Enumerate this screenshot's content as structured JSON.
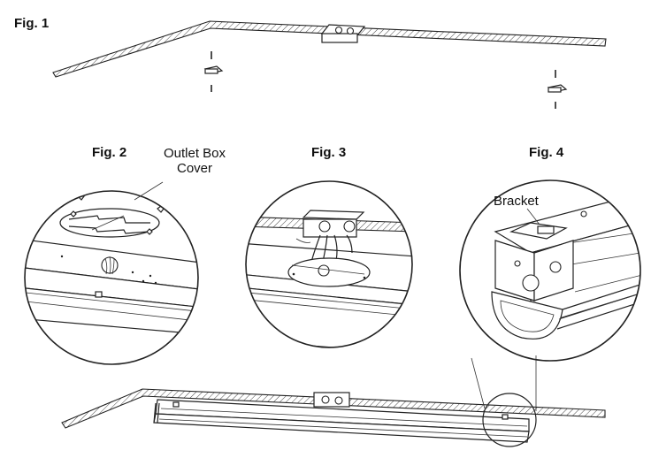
{
  "figures": {
    "fig1": "Fig. 1",
    "fig2": "Fig. 2",
    "fig3": "Fig. 3",
    "fig4": "Fig. 4"
  },
  "callouts": {
    "outlet_box_cover_line1": "Outlet Box",
    "outlet_box_cover_line2": "Cover",
    "bracket": "Bracket"
  }
}
